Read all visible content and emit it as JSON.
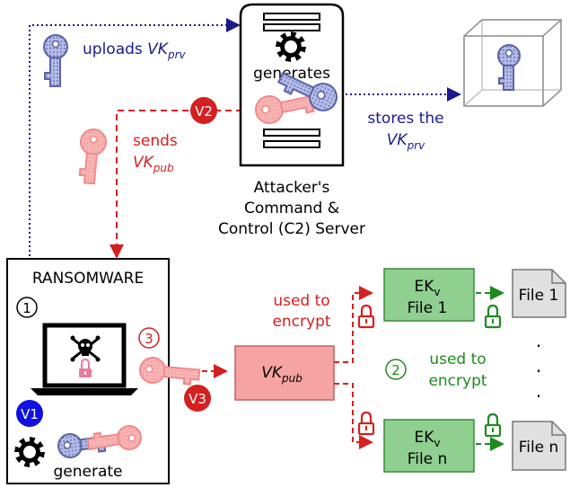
{
  "server": {
    "generates_label": "generates",
    "caption_lines": [
      "Attacker's",
      "Command &",
      "Control (C2) Server"
    ]
  },
  "edges": {
    "uploads": {
      "text": "uploads ",
      "var": "VK",
      "sub": "prv",
      "color": "#1a1a8c"
    },
    "stores": {
      "line1": "stores the",
      "var": "VK",
      "sub": "prv",
      "color": "#1a1a8c"
    },
    "sends": {
      "line1": "sends",
      "var": "VK",
      "sub": "pub",
      "color": "#d42020"
    },
    "used_red": [
      "used to",
      "encrypt"
    ],
    "used_green": [
      "used to",
      "encrypt"
    ]
  },
  "badges": {
    "v1": "V1",
    "v2": "V2",
    "v3": "V3"
  },
  "steps": {
    "s1": "1",
    "s2": "2",
    "s3": "3"
  },
  "ransomware": {
    "title": "RANSOMWARE",
    "generate_label": "generate"
  },
  "vkpub_box": {
    "var": "VK",
    "sub": "pub"
  },
  "ek_boxes": [
    {
      "var": "EK",
      "sub": "v",
      "file": "File 1"
    },
    {
      "var": "EK",
      "sub": "v",
      "file": "File n"
    }
  ],
  "files": [
    "File 1",
    "File n"
  ],
  "ellipsis": [
    ".",
    ".",
    "."
  ],
  "colors": {
    "blue": "#1a1a8c",
    "red": "#d42020",
    "green": "#1f8a1f",
    "key_blue": "#9ea8d8",
    "key_red": "#f4a6a6",
    "box_red": "#f6a3a3",
    "box_green": "#8fcf8f",
    "badge_blue": "#1010e0"
  },
  "icons": [
    "gear-icon",
    "key-icon",
    "skull-icon",
    "lock-icon",
    "laptop-icon",
    "safe-box-icon",
    "file-icon"
  ]
}
